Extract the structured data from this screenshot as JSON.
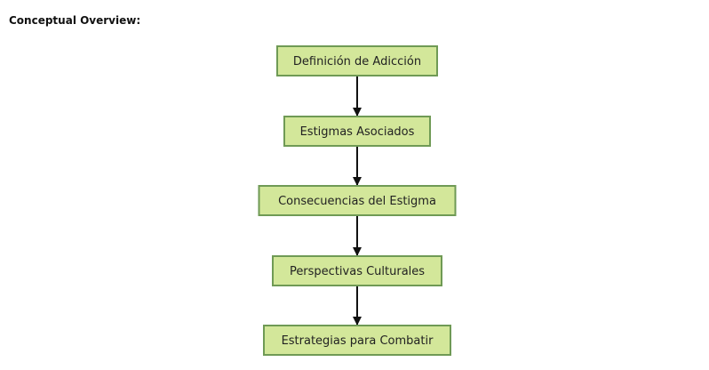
{
  "heading": "Conceptual Overview:",
  "diagram": {
    "type": "flowchart",
    "direction": "top-to-bottom",
    "node_fill": "#d3e79a",
    "node_border": "#6f9a55",
    "nodes": [
      {
        "id": "A",
        "label": "Definición de Adicción"
      },
      {
        "id": "B",
        "label": "Estigmas Asociados"
      },
      {
        "id": "C",
        "label": "Consecuencias del Estigma"
      },
      {
        "id": "D",
        "label": "Perspectivas Culturales"
      },
      {
        "id": "E",
        "label": "Estrategias para Combatir"
      }
    ],
    "edges": [
      {
        "from": "A",
        "to": "B"
      },
      {
        "from": "B",
        "to": "C"
      },
      {
        "from": "C",
        "to": "D"
      },
      {
        "from": "D",
        "to": "E"
      }
    ]
  }
}
